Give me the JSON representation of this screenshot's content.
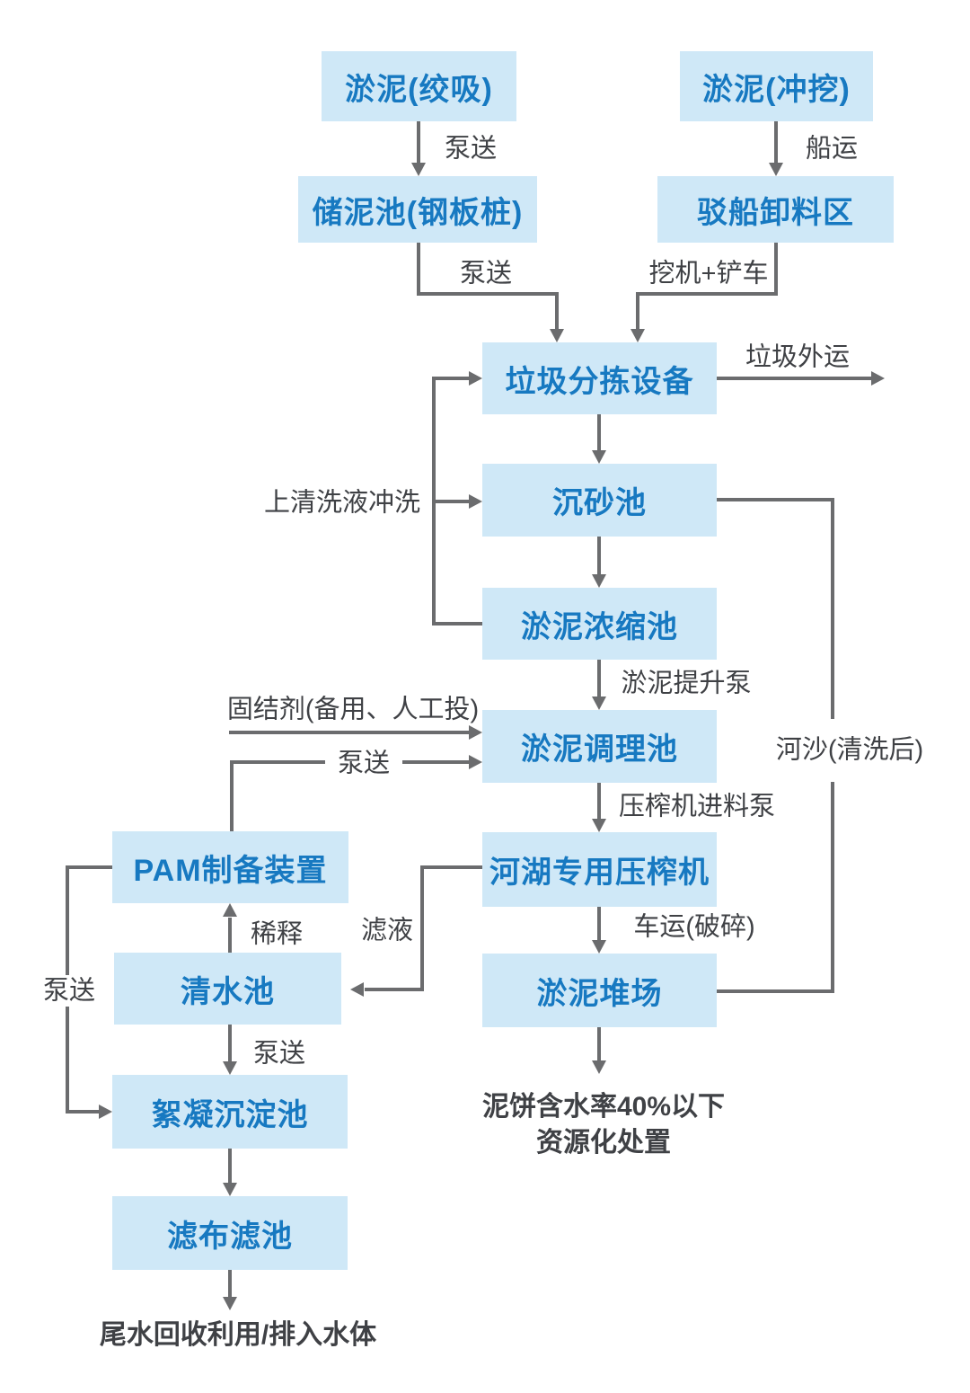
{
  "diagram": {
    "colors": {
      "background": "#ffffff",
      "node_fill": "#cfe8f7",
      "node_text": "#1779c1",
      "connector": "#6b6c6e",
      "label_text": "#3f4145"
    },
    "nodes": {
      "dredge_suction": "淤泥(绞吸)",
      "dredge_flush": "淤泥(冲挖)",
      "mud_storage": "储泥池(钢板桩)",
      "barge_unloading": "驳船卸料区",
      "garbage_sorting": "垃圾分拣设备",
      "grit_chamber": "沉砂池",
      "thickening_tank": "淤泥浓缩池",
      "conditioning_tank": "淤泥调理池",
      "filter_press": "河湖专用压榨机",
      "pam_device": "PAM制备装置",
      "sludge_yard": "淤泥堆场",
      "clear_water_tank": "清水池",
      "flocculation_tank": "絮凝沉淀池",
      "cloth_filter": "滤布滤池"
    },
    "edge_labels": {
      "pump_top_left": "泵送",
      "ship_transport": "船运",
      "pump_storage": "泵送",
      "excavator_loader": "挖机+铲车",
      "garbage_out": "垃圾外运",
      "supernatant_wash": "上清洗液冲洗",
      "sludge_lift_pump": "淤泥提升泵",
      "solidifier": "固结剂(备用、人工投)",
      "pump_pam": "泵送",
      "press_feed_pump": "压榨机进料泵",
      "river_sand": "河沙(清洗后)",
      "truck_crushed": "车运(破碎)",
      "filtrate": "滤液",
      "dilution": "稀释",
      "pump_clear_water": "泵送",
      "pump_pam_left": "泵送"
    },
    "terminals": {
      "mud_cake_line1": "泥饼含水率40%以下",
      "mud_cake_line2": "资源化处置",
      "tail_water": "尾水回收利用/排入水体"
    }
  }
}
